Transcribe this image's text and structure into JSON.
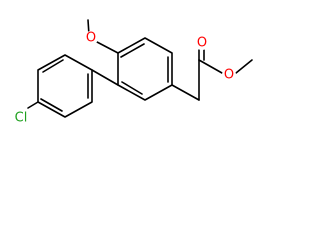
{
  "molecule": {
    "atoms": {
      "methoxy_oxygen": "O",
      "carbonyl_oxygen": "O",
      "ester_oxygen": "O",
      "chlorine": "Cl"
    },
    "colors": {
      "oxygen": "#ff0000",
      "chlorine": "#1fa01f",
      "bond": "#000000"
    }
  }
}
